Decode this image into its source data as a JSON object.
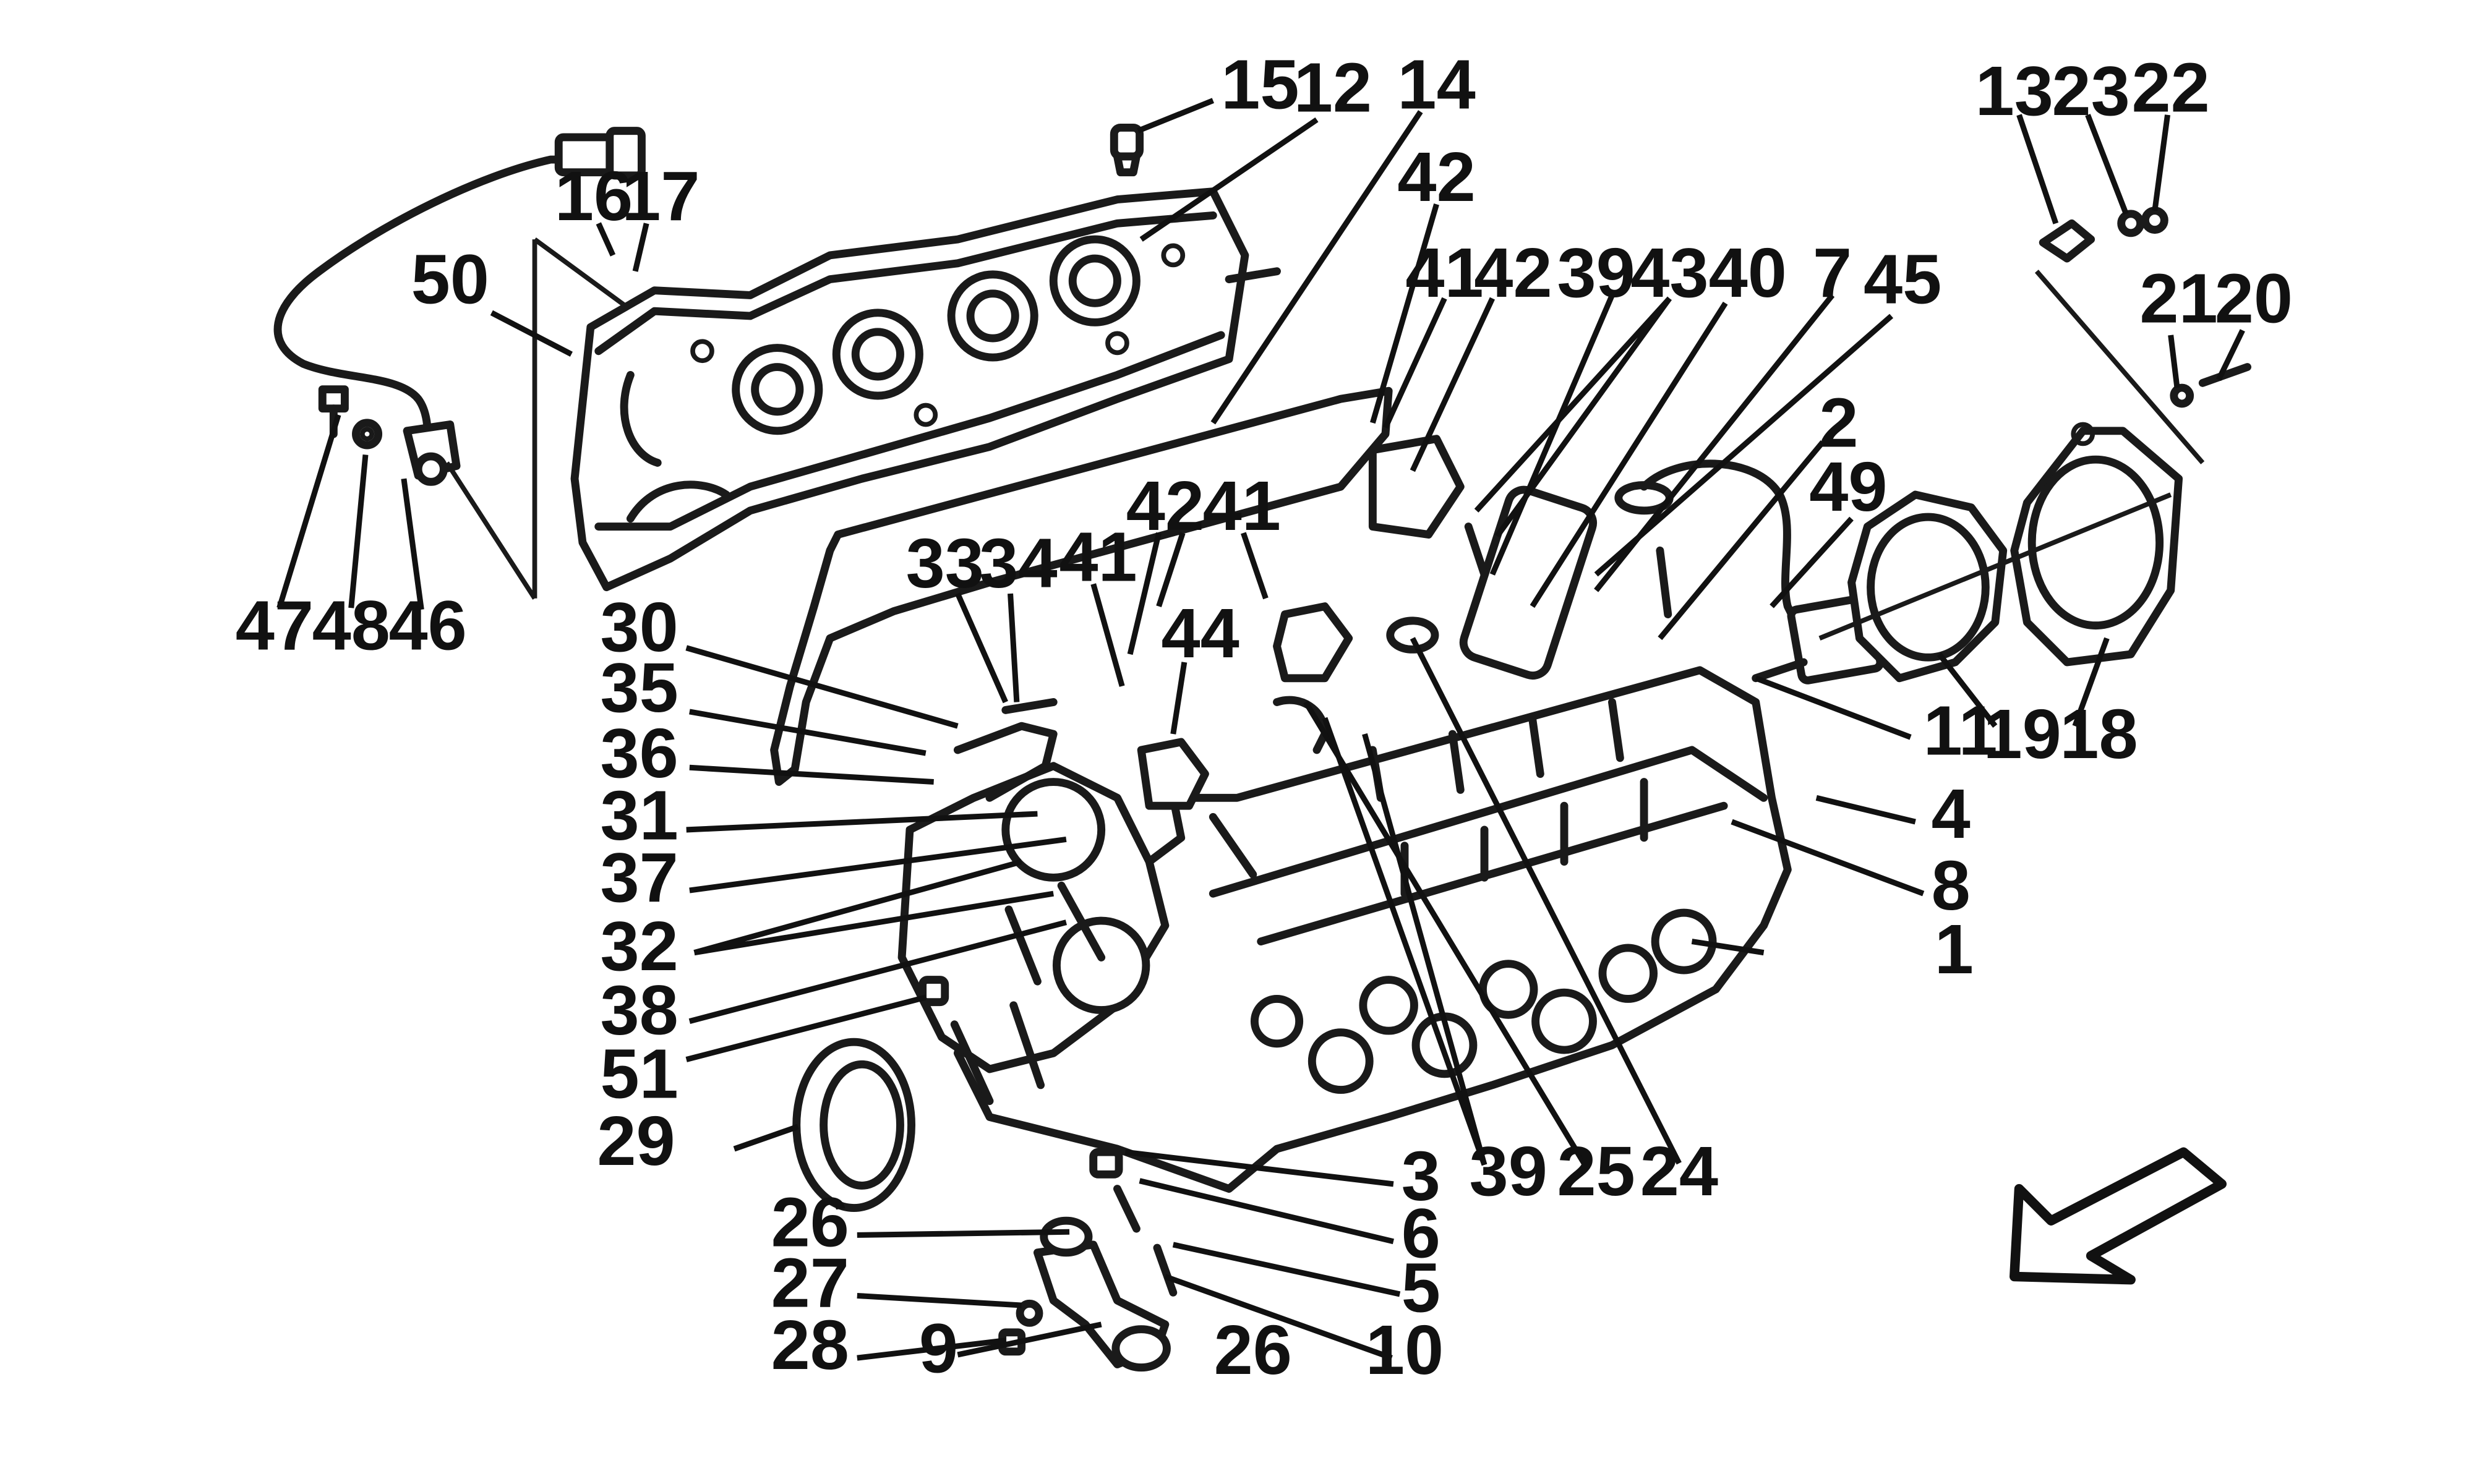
{
  "callouts": [
    {
      "id": "1",
      "label": "1"
    },
    {
      "id": "2",
      "label": "2"
    },
    {
      "id": "3",
      "label": "3"
    },
    {
      "id": "4",
      "label": "4"
    },
    {
      "id": "5",
      "label": "5"
    },
    {
      "id": "6",
      "label": "6"
    },
    {
      "id": "7",
      "label": "7"
    },
    {
      "id": "8",
      "label": "8"
    },
    {
      "id": "9",
      "label": "9"
    },
    {
      "id": "10",
      "label": "10"
    },
    {
      "id": "11",
      "label": "11"
    },
    {
      "id": "12",
      "label": "12"
    },
    {
      "id": "13",
      "label": "13"
    },
    {
      "id": "14",
      "label": "14"
    },
    {
      "id": "15",
      "label": "15"
    },
    {
      "id": "16",
      "label": "16"
    },
    {
      "id": "17",
      "label": "17"
    },
    {
      "id": "18",
      "label": "18"
    },
    {
      "id": "19",
      "label": "19"
    },
    {
      "id": "20",
      "label": "20"
    },
    {
      "id": "21",
      "label": "21"
    },
    {
      "id": "22",
      "label": "22"
    },
    {
      "id": "23",
      "label": "23"
    },
    {
      "id": "24",
      "label": "24"
    },
    {
      "id": "25",
      "label": "25"
    },
    {
      "id": "26a",
      "label": "26"
    },
    {
      "id": "26b",
      "label": "26"
    },
    {
      "id": "27",
      "label": "27"
    },
    {
      "id": "28",
      "label": "28"
    },
    {
      "id": "29",
      "label": "29"
    },
    {
      "id": "30",
      "label": "30"
    },
    {
      "id": "31",
      "label": "31"
    },
    {
      "id": "32",
      "label": "32"
    },
    {
      "id": "33",
      "label": "33"
    },
    {
      "id": "34",
      "label": "34"
    },
    {
      "id": "35",
      "label": "35"
    },
    {
      "id": "36",
      "label": "36"
    },
    {
      "id": "37",
      "label": "37"
    },
    {
      "id": "38",
      "label": "38"
    },
    {
      "id": "39a",
      "label": "39"
    },
    {
      "id": "39b",
      "label": "39"
    },
    {
      "id": "40",
      "label": "40"
    },
    {
      "id": "41a",
      "label": "41"
    },
    {
      "id": "41b",
      "label": "41"
    },
    {
      "id": "41c",
      "label": "41"
    },
    {
      "id": "42a",
      "label": "42"
    },
    {
      "id": "42b",
      "label": "42"
    },
    {
      "id": "42c",
      "label": "42"
    },
    {
      "id": "43",
      "label": "43"
    },
    {
      "id": "44",
      "label": "44"
    },
    {
      "id": "45",
      "label": "45"
    },
    {
      "id": "46",
      "label": "46"
    },
    {
      "id": "47",
      "label": "47"
    },
    {
      "id": "48",
      "label": "48"
    },
    {
      "id": "49",
      "label": "49"
    },
    {
      "id": "50",
      "label": "50"
    },
    {
      "id": "51",
      "label": "51"
    }
  ]
}
